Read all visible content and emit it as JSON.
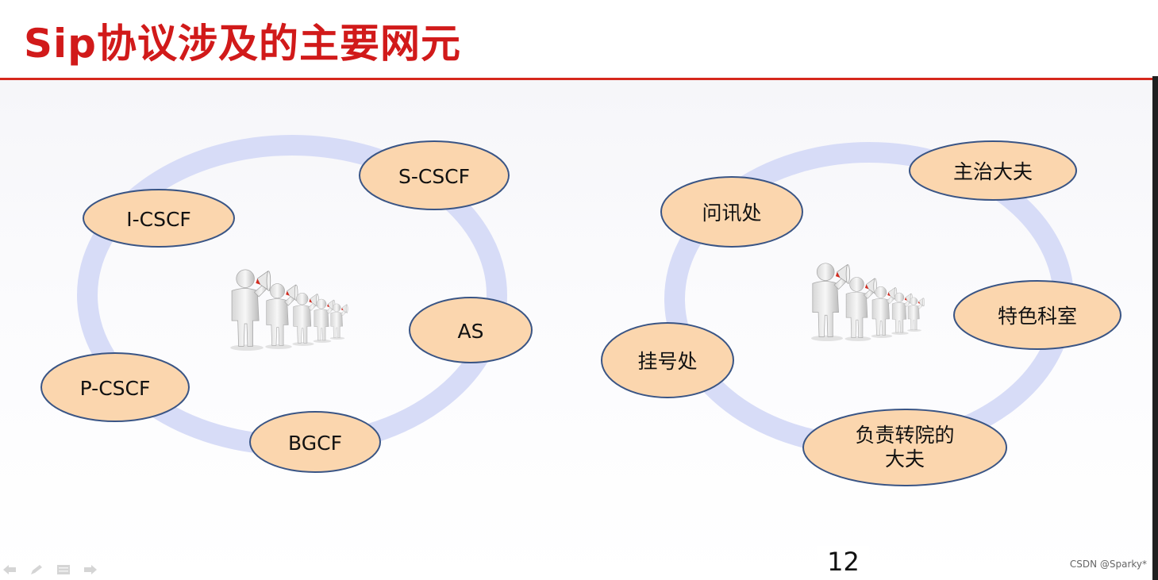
{
  "title": "Sip协议涉及的主要网元",
  "page_number": "12",
  "watermark": "CSDN @Sparky*",
  "colors": {
    "title": "#d11a1a",
    "rule": "#d6281c",
    "ring": "#d7dcf7",
    "node_fill": "#fbd6ae",
    "node_stroke": "#3a5585"
  },
  "left_diagram": {
    "nodes": [
      {
        "label": "S-CSCF"
      },
      {
        "label": "I-CSCF"
      },
      {
        "label": "AS"
      },
      {
        "label": "P-CSCF"
      },
      {
        "label": "BGCF"
      }
    ]
  },
  "right_diagram": {
    "nodes": [
      {
        "label": "主治大夫"
      },
      {
        "label": "问讯处"
      },
      {
        "label": "特色科室"
      },
      {
        "label": "挂号处"
      },
      {
        "label": "负责转院的",
        "label2": "大夫"
      }
    ]
  },
  "icons": {
    "people_group": "megaphone-people-icon",
    "controls": [
      "prev-arrow-icon",
      "pen-icon",
      "menu-icon",
      "next-arrow-icon"
    ]
  }
}
